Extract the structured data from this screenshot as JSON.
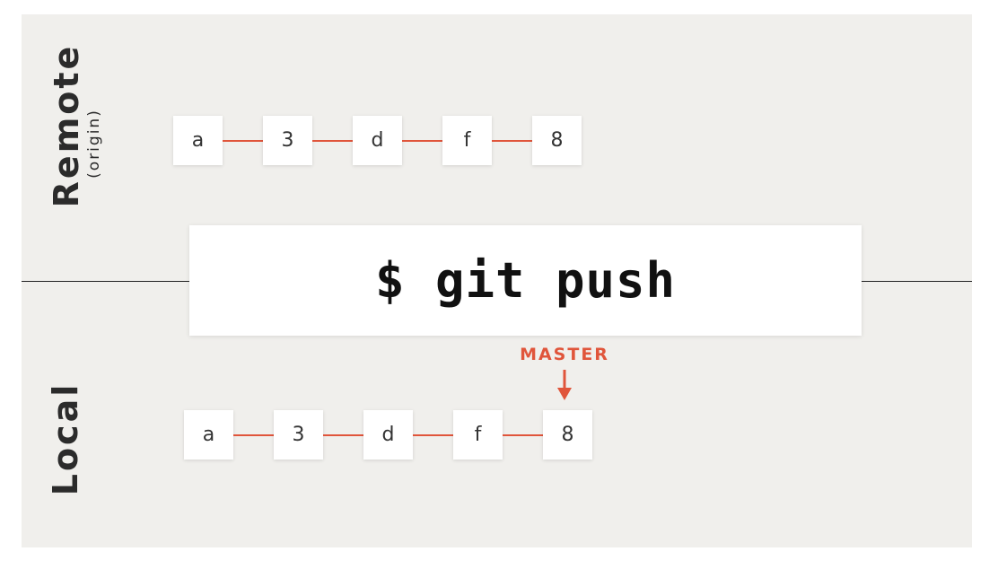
{
  "labels": {
    "remote": "Remote",
    "origin": "(origin)",
    "local": "Local"
  },
  "remote_commits": [
    "a",
    "3",
    "d",
    "f",
    "8"
  ],
  "local_commits": [
    "a",
    "3",
    "d",
    "f",
    "8"
  ],
  "command": "$ git push",
  "branch_pointer": {
    "label": "MASTER",
    "points_to_local_commit": "8"
  },
  "colors": {
    "background": "#f0efec",
    "accent": "#e0553b",
    "commit_box": "#ffffff",
    "text": "#2b2b2b"
  }
}
